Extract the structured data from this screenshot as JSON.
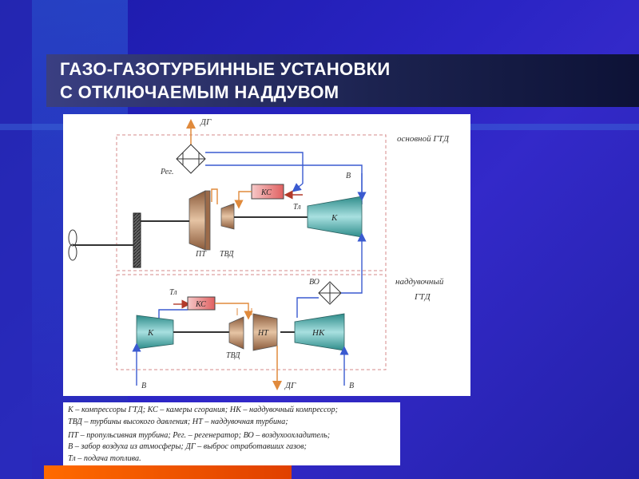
{
  "title": {
    "line1": "ГАЗО-ГАЗОТУРБИННЫЕ УСТАНОВКИ",
    "line2": "С ОТКЛЮЧАЕМЫМ НАДДУВОМ"
  },
  "diagram": {
    "main_group_label": "основной ГТД",
    "boost_group_label_1": "наддувочный",
    "boost_group_label_2": "ГТД",
    "labels": {
      "dg_top": "ДГ",
      "reg": "Рег.",
      "ks_main": "КС",
      "tl_main": "Тл",
      "v_main": "В",
      "k_main": "К",
      "pt": "ПТ",
      "tvd_main": "ТВД",
      "vo": "ВО",
      "tl_boost": "Тл",
      "ks_boost": "КС",
      "k_boost": "К",
      "nt": "НТ",
      "nk": "НК",
      "tvd_boost": "ТВД",
      "v_left": "В",
      "dg_bottom": "ДГ",
      "v_right": "В"
    }
  },
  "legend": [
    "К  – компрессоры ГТД;   КС  – камеры сгорания;  НК  – наддувочный компрессор;",
    "ТВД  – турбины высокого давления;   НТ  – наддувочная турбина;",
    "ПТ  – пропульсивная турбина;   Рег. – регенератор;   ВО  – воздухоохладитель;",
    "В  – забор воздуха из атмосферы;   ДГ  – выброс отработавших газов;",
    "Тл – подача топлива."
  ],
  "colors": {
    "background": "#2a24c4",
    "title_bar": "#1c2350",
    "accent_orange": "#ff6a00",
    "air_line": "#3a5ad0",
    "gas_line": "#e08a3c",
    "fuel_line": "#b23a2a",
    "group_border": "#d48a8a"
  }
}
